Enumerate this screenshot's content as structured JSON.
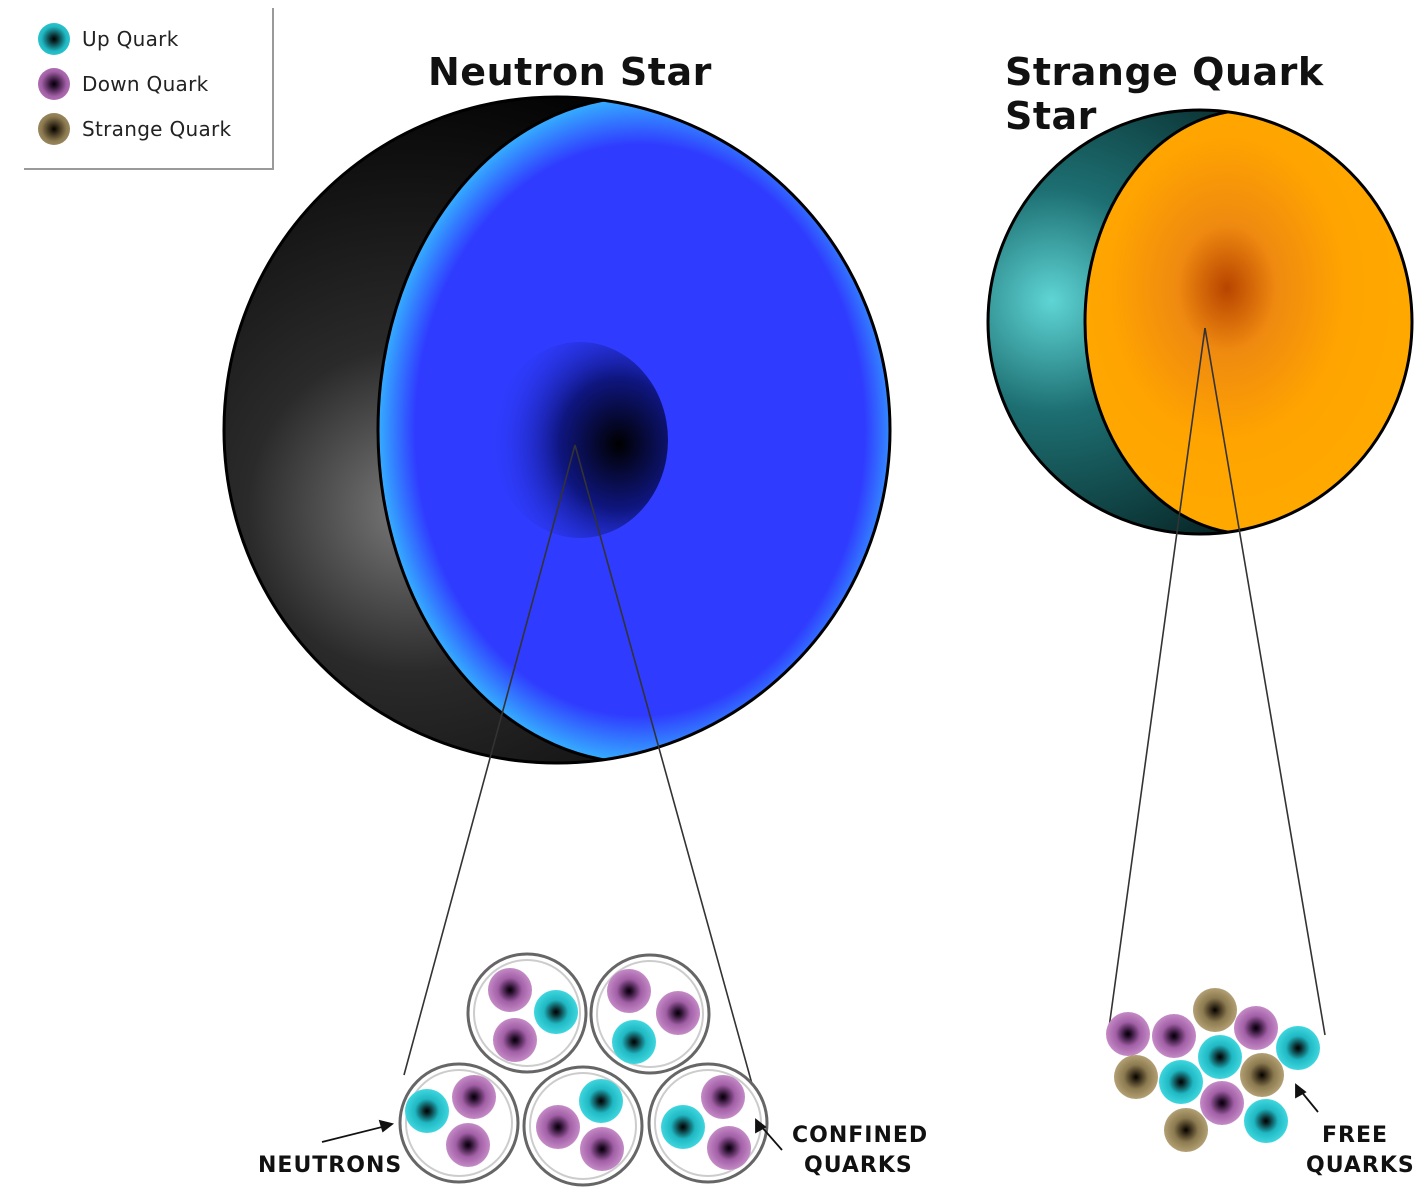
{
  "legend": {
    "items": [
      {
        "label": "Up Quark",
        "color": "#2ec4cf"
      },
      {
        "label": "Down Quark",
        "color": "#b57ab8"
      },
      {
        "label": "Strange Quark",
        "color": "#a89366"
      }
    ]
  },
  "neutron_star": {
    "title": "Neutron Star",
    "colors": {
      "shell": "#000000",
      "interior": "#2f3cff",
      "crust": "#39d0e8",
      "core": "#000000"
    },
    "labels": {
      "neutrons": "NEUTRONS",
      "confined": "CONFINED",
      "quarks": "QUARKS"
    }
  },
  "quark_star": {
    "title": "Strange Quark Star",
    "colors": {
      "shell": "#0e3a3c",
      "interior": "#ffa800",
      "core": "#c24e00"
    },
    "labels": {
      "free": "FREE",
      "quarks": "QUARKS"
    }
  }
}
